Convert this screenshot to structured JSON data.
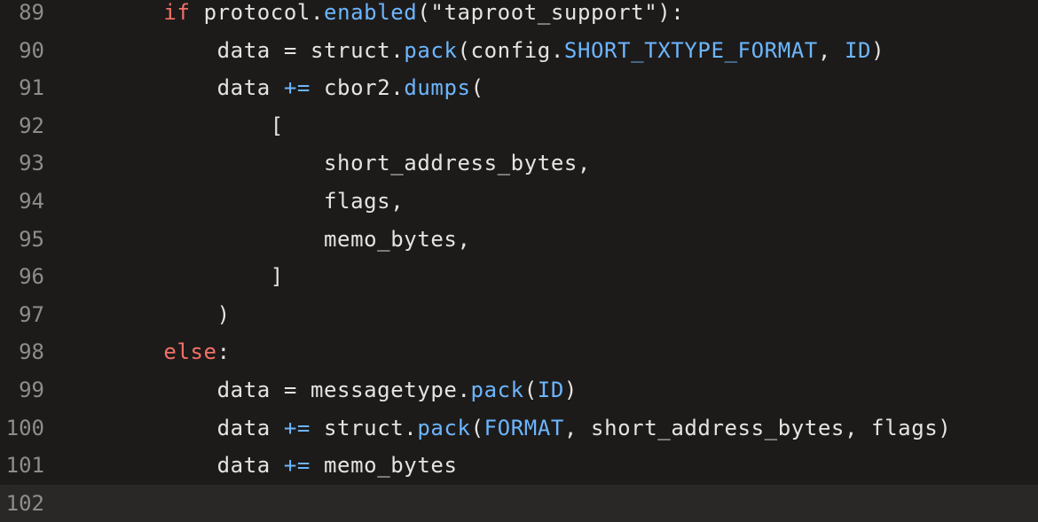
{
  "lines": [
    {
      "number": "89",
      "indent": "        ",
      "tokens": [
        {
          "t": "kw",
          "v": "if"
        },
        {
          "t": "p",
          "v": " protocol."
        },
        {
          "t": "fn",
          "v": "enabled"
        },
        {
          "t": "p",
          "v": "(\"taproot_support\"):"
        }
      ]
    },
    {
      "number": "90",
      "indent": "            ",
      "tokens": [
        {
          "t": "p",
          "v": "data = struct."
        },
        {
          "t": "fn",
          "v": "pack"
        },
        {
          "t": "p",
          "v": "(config."
        },
        {
          "t": "const",
          "v": "SHORT_TXTYPE_FORMAT"
        },
        {
          "t": "p",
          "v": ", "
        },
        {
          "t": "const",
          "v": "ID"
        },
        {
          "t": "p",
          "v": ")"
        }
      ]
    },
    {
      "number": "91",
      "indent": "            ",
      "tokens": [
        {
          "t": "p",
          "v": "data "
        },
        {
          "t": "op",
          "v": "+="
        },
        {
          "t": "p",
          "v": " cbor2."
        },
        {
          "t": "fn",
          "v": "dumps"
        },
        {
          "t": "p",
          "v": "("
        }
      ]
    },
    {
      "number": "92",
      "indent": "                ",
      "tokens": [
        {
          "t": "p",
          "v": "["
        }
      ]
    },
    {
      "number": "93",
      "indent": "                    ",
      "tokens": [
        {
          "t": "p",
          "v": "short_address_bytes,"
        }
      ]
    },
    {
      "number": "94",
      "indent": "                    ",
      "tokens": [
        {
          "t": "p",
          "v": "flags,"
        }
      ]
    },
    {
      "number": "95",
      "indent": "                    ",
      "tokens": [
        {
          "t": "p",
          "v": "memo_bytes,"
        }
      ]
    },
    {
      "number": "96",
      "indent": "                ",
      "tokens": [
        {
          "t": "p",
          "v": "]"
        }
      ]
    },
    {
      "number": "97",
      "indent": "            ",
      "tokens": [
        {
          "t": "p",
          "v": ")"
        }
      ]
    },
    {
      "number": "98",
      "indent": "        ",
      "tokens": [
        {
          "t": "kw",
          "v": "else"
        },
        {
          "t": "p",
          "v": ":"
        }
      ]
    },
    {
      "number": "99",
      "indent": "            ",
      "tokens": [
        {
          "t": "p",
          "v": "data = messagetype."
        },
        {
          "t": "fn",
          "v": "pack"
        },
        {
          "t": "p",
          "v": "("
        },
        {
          "t": "const",
          "v": "ID"
        },
        {
          "t": "p",
          "v": ")"
        }
      ]
    },
    {
      "number": "100",
      "indent": "            ",
      "tokens": [
        {
          "t": "p",
          "v": "data "
        },
        {
          "t": "op",
          "v": "+="
        },
        {
          "t": "p",
          "v": " struct."
        },
        {
          "t": "fn",
          "v": "pack"
        },
        {
          "t": "p",
          "v": "("
        },
        {
          "t": "const",
          "v": "FORMAT"
        },
        {
          "t": "p",
          "v": ", short_address_bytes, flags)"
        }
      ]
    },
    {
      "number": "101",
      "indent": "            ",
      "tokens": [
        {
          "t": "p",
          "v": "data "
        },
        {
          "t": "op",
          "v": "+="
        },
        {
          "t": "p",
          "v": " memo_bytes"
        }
      ]
    },
    {
      "number": "102",
      "indent": "",
      "tokens": []
    }
  ],
  "colors": {
    "background": "#1d1b1a",
    "keyword": "#f47067",
    "function": "#6cb6ff",
    "text": "#e6e4e1",
    "line_number": "#8f8d8b"
  }
}
